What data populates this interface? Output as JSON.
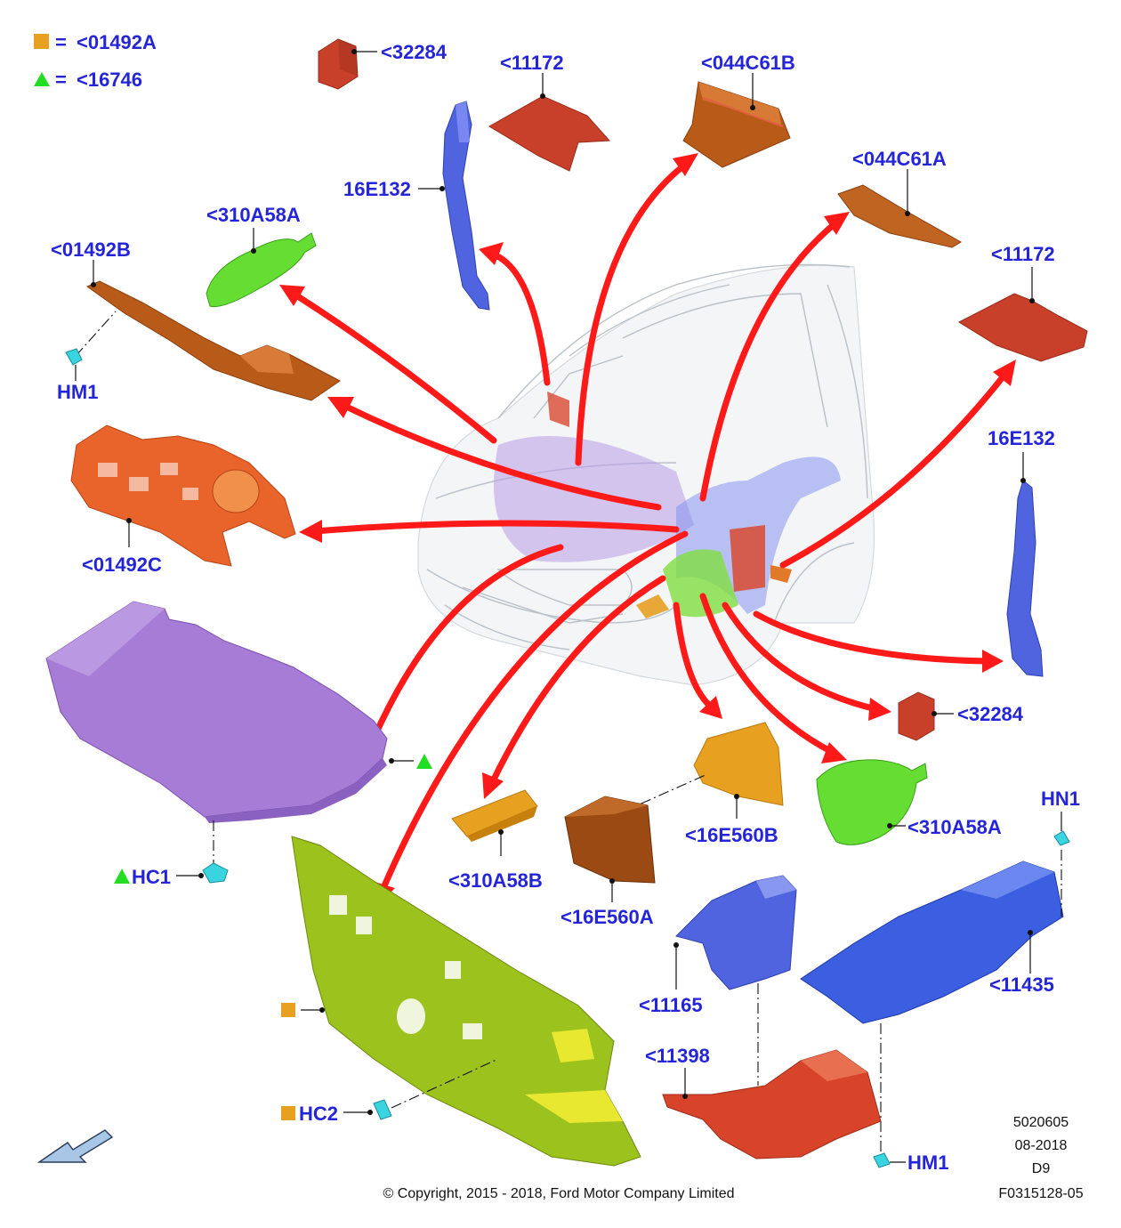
{
  "legend": {
    "square_label": "<01492A",
    "triangle_label": "<16746",
    "equals": "="
  },
  "labels": {
    "p32284_top": "<32284",
    "p11172_top": "<11172",
    "p044C61B": "<044C61B",
    "p044C61A": "<044C61A",
    "p11172_right": "<11172",
    "p16E132_top": "16E132",
    "p16E132_right": "16E132",
    "p310A58A_top": "<310A58A",
    "p01492B": "<01492B",
    "hm1_left": "HM1",
    "p01492C": "<01492C",
    "p32284_right": "<32284",
    "p310A58A_right": "<310A58A",
    "p16E560B": "<16E560B",
    "p16E560A": "<16E560A",
    "p310A58B": "<310A58B",
    "hc1": "HC1",
    "hn1": "HN1",
    "p11435": "<11435",
    "p11165": "<11165",
    "p11398": "<11398",
    "hc2": "HC2",
    "hm1_right": "HM1"
  },
  "meta": {
    "ref_number": "5020605",
    "date": "08-2018",
    "code": "D9",
    "figure_id": "F0315128-05"
  },
  "copyright": "© Copyright, 2015 - 2018, Ford Motor Company Limited",
  "colors": {
    "label_blue": "#2424d8",
    "arrow_red": "#ff1a1a",
    "legend_square": "#e8a020",
    "legend_triangle": "#22dd22",
    "part_red": "#c8402a",
    "part_brown": "#b85a18",
    "part_orange": "#e8642a",
    "part_purple": "#a77cd6",
    "part_blue": "#5064e0",
    "part_green": "#66dd33",
    "part_olive": "#9cc21e",
    "part_yellow": "#e8a838",
    "clip_cyan": "#3ad4e0"
  }
}
